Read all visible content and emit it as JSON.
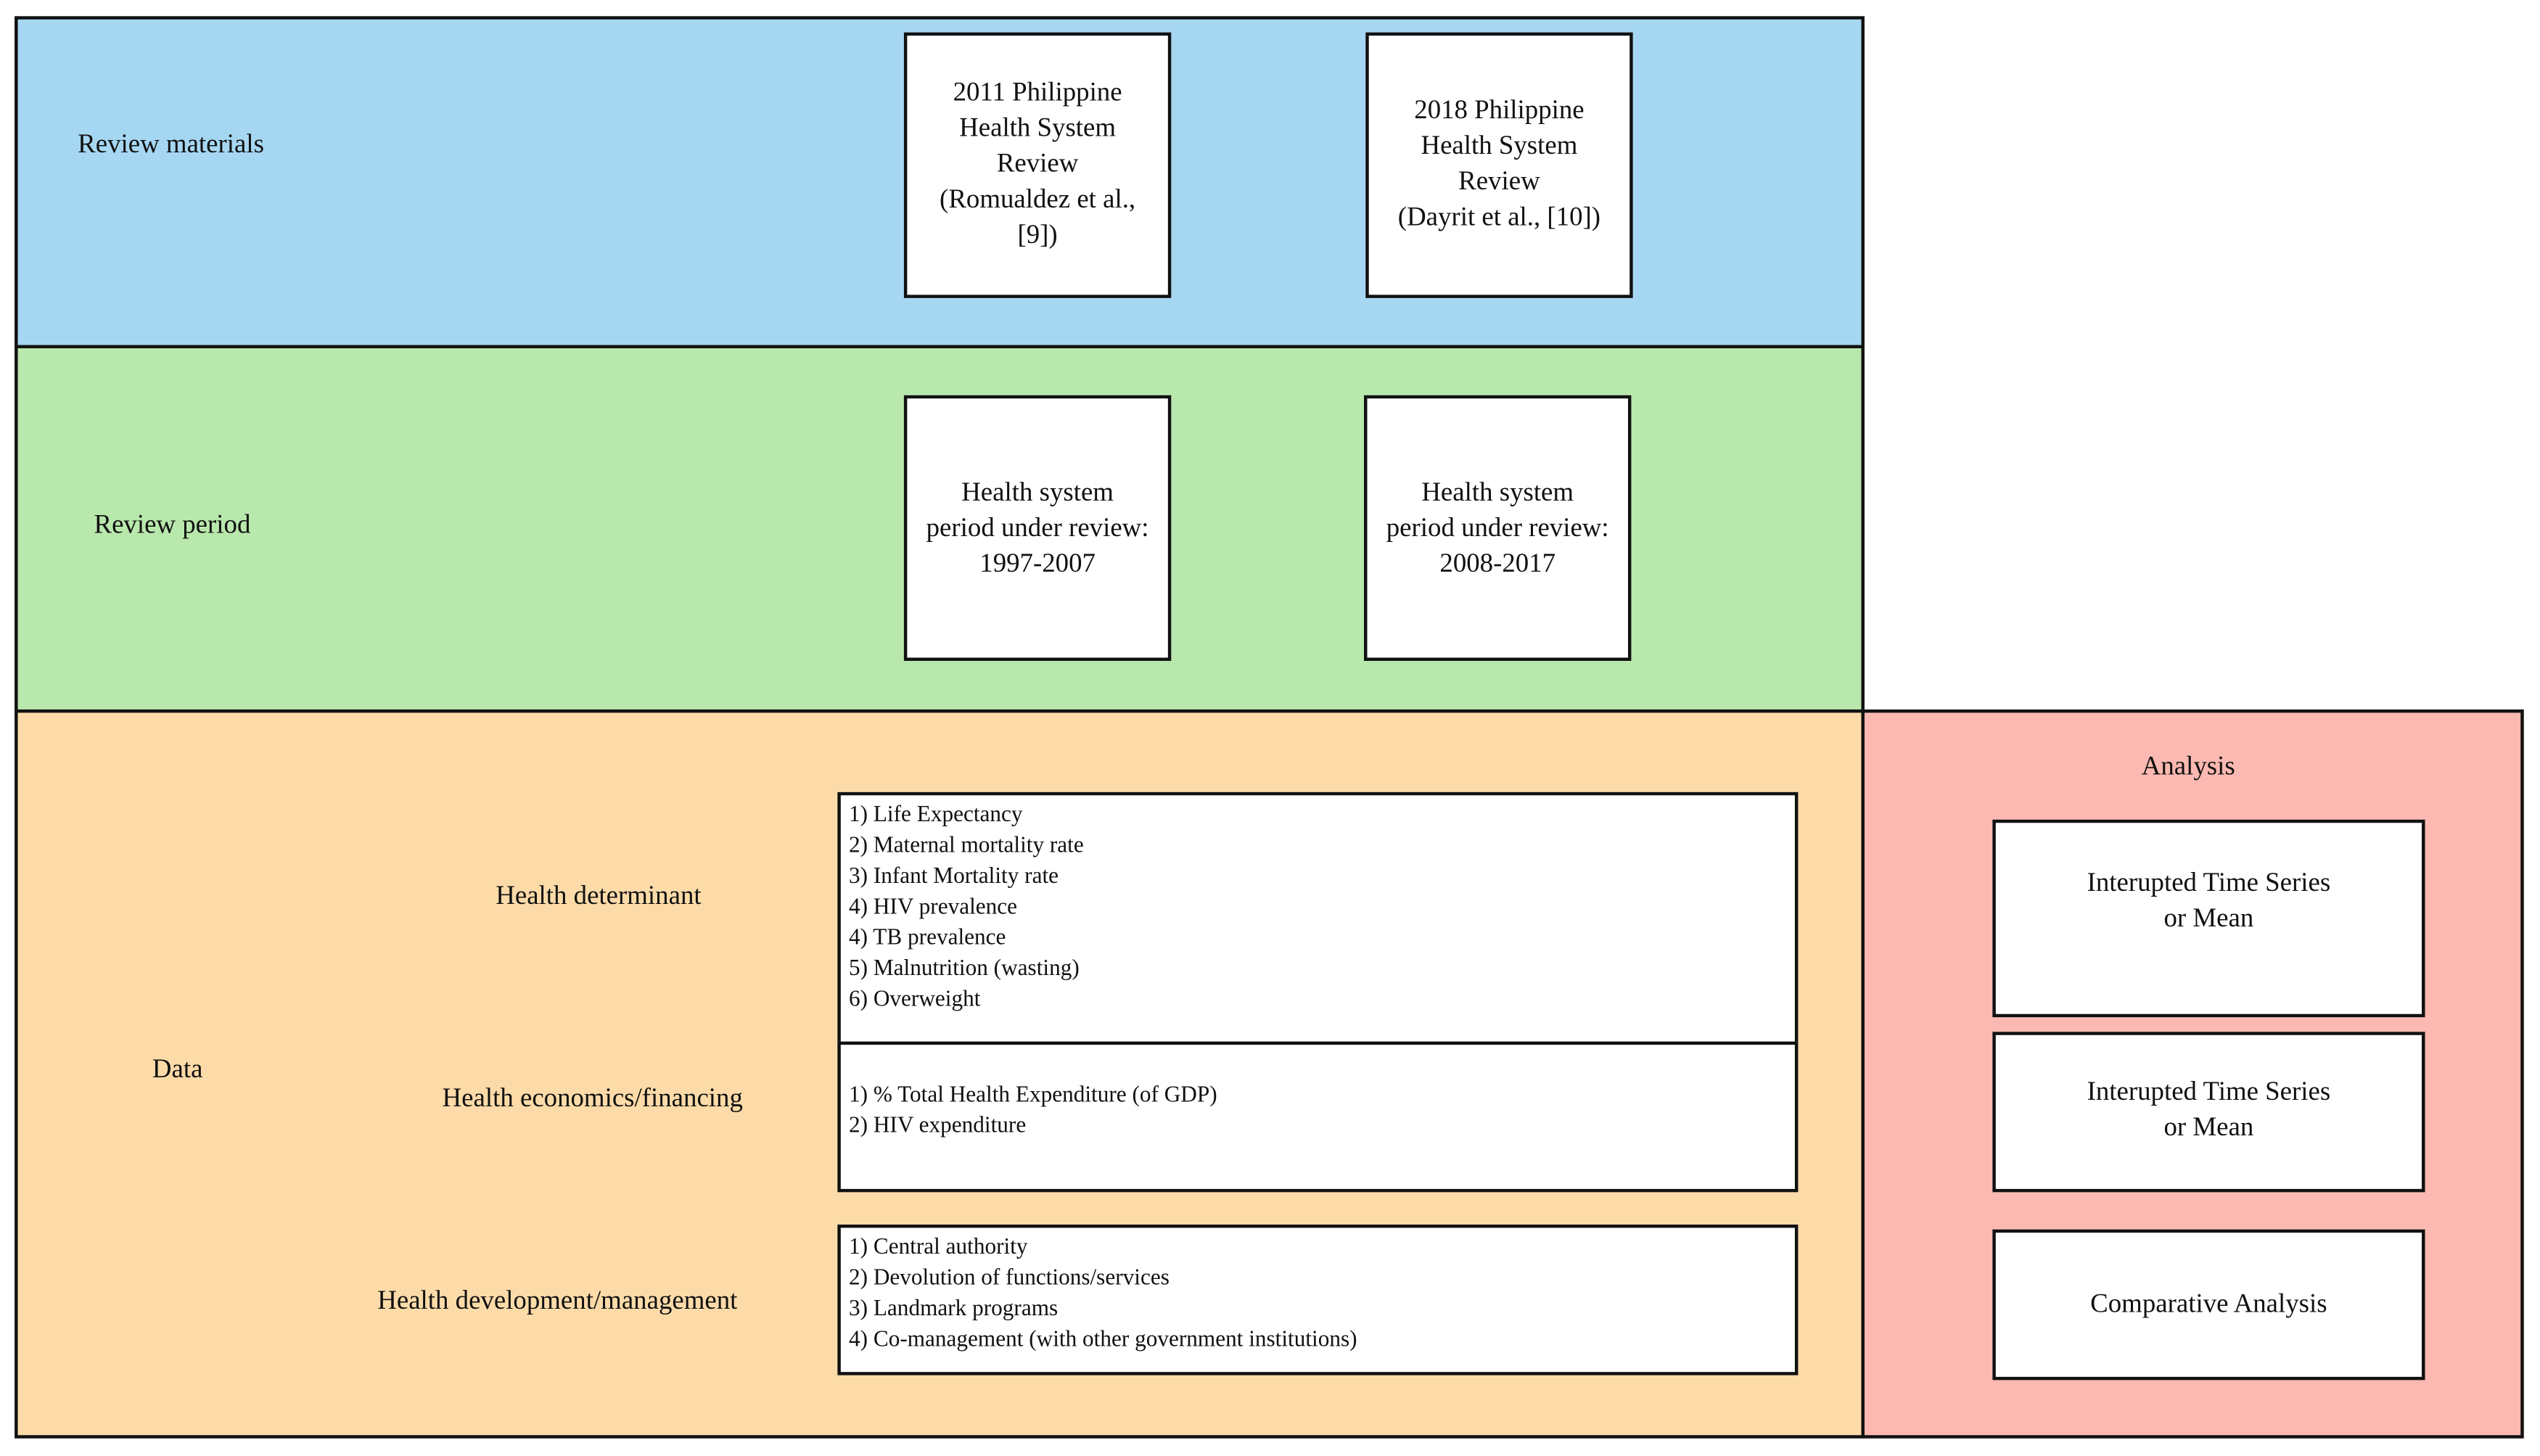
{
  "colors": {
    "review_materials": "#a6d7f2",
    "review_period": "#b9e8ad",
    "data": "#fddba8",
    "analysis": "#fcb9b1"
  },
  "review_materials": {
    "label": "Review materials",
    "box1": [
      "2011 Philippine",
      "Health System",
      "Review",
      "(Romualdez et al.,",
      "[9])"
    ],
    "box2": [
      "2018 Philippine",
      "Health System",
      "Review",
      "(Dayrit et al., [10])"
    ]
  },
  "review_period": {
    "label": "Review period",
    "box1": [
      "Health system",
      "period under review:",
      "1997-2007"
    ],
    "box2": [
      "Health system",
      "period under review:",
      "2008-2017"
    ]
  },
  "data": {
    "label": "Data",
    "health_determinant": {
      "label": "Health determinant",
      "items": [
        "1) Life Expectancy",
        "2) Maternal mortality rate",
        "3)  Infant Mortality rate",
        "4) HIV prevalence",
        "4) TB prevalence",
        "5) Malnutrition (wasting)",
        "6) Overweight"
      ]
    },
    "health_economics": {
      "label": "Health economics/financing",
      "items": [
        "1) % Total Health Expenditure (of GDP)",
        "2) HIV expenditure"
      ]
    },
    "health_development": {
      "label": "Health development/management",
      "items": [
        "1) Central authority",
        "2) Devolution of functions/services",
        "3) Landmark programs",
        "4) Co-management (with other government institutions)"
      ]
    }
  },
  "analysis": {
    "label": "Analysis",
    "box1": [
      "Interupted Time Series",
      "or Mean"
    ],
    "box2": [
      "Interupted Time Series",
      "or Mean"
    ],
    "box3": [
      "Comparative Analysis"
    ]
  }
}
